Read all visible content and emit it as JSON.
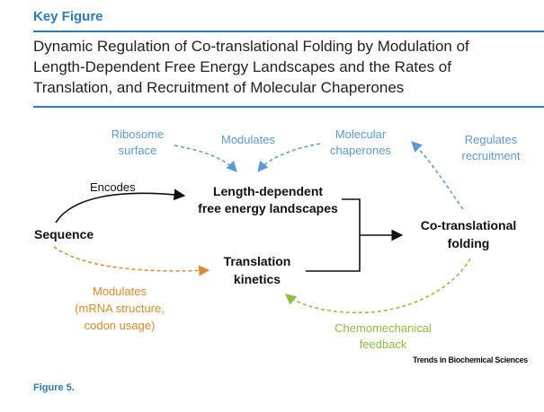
{
  "header": {
    "label": "Key Figure",
    "title_lines": [
      "Dynamic Regulation of Co-translational Folding by Modulation of",
      "Length-Dependent Free Energy Landscapes and the Rates of",
      "Translation, and Recruitment of Molecular Chaperones"
    ]
  },
  "nodes": {
    "sequence": "Sequence",
    "landscapes": [
      "Length-dependent",
      "free energy landscapes"
    ],
    "kinetics": [
      "Translation",
      "kinetics"
    ],
    "folding": [
      "Co-translational",
      "folding"
    ]
  },
  "edge_labels": {
    "encodes": "Encodes",
    "ribosome_surface": [
      "Ribosome",
      "surface"
    ],
    "modulates_top": "Modulates",
    "molecular_chaperones": [
      "Molecular",
      "chaperones"
    ],
    "regulates_recruitment": [
      "Regulates",
      "recruitment"
    ],
    "modulates_bottom": [
      "Modulates",
      "(mRNA structure,",
      "codon usage)"
    ],
    "chemomechanical_feedback": [
      "Chemomechanical",
      "feedback"
    ]
  },
  "colors": {
    "accent_blue": "#2b7bbd",
    "regulator_blue": "#5b9bd5",
    "modulation_orange": "#d98a2b",
    "feedback_green": "#8cbf3f",
    "node_black": "#111111"
  },
  "footer": {
    "credit": "Trends in Biochemical Sciences",
    "figure_label": "Figure 5."
  }
}
